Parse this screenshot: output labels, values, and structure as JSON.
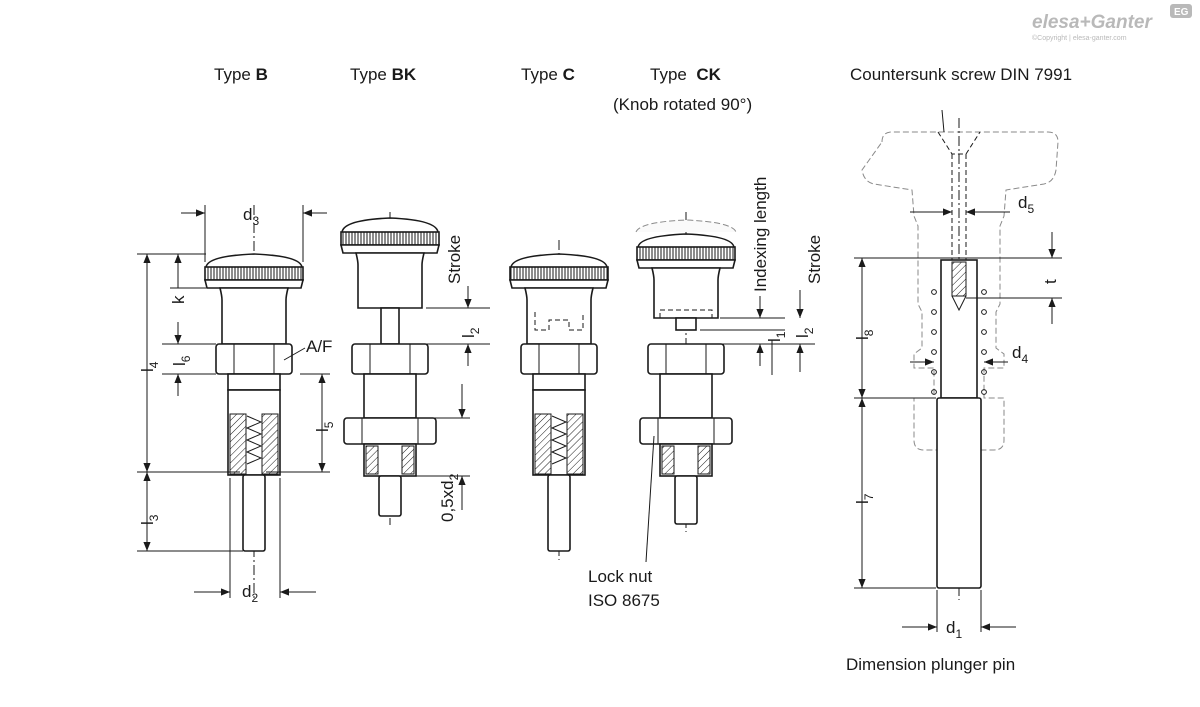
{
  "brand": {
    "logo": "elesa+Ganter",
    "copyright": "©Copyright | elesa-ganter.com",
    "badge": "EG"
  },
  "headings": {
    "type_b_prefix": "Type ",
    "type_b_code": "B",
    "type_bk_prefix": "Type ",
    "type_bk_code": "BK",
    "type_c_prefix": "Type ",
    "type_c_code": "C",
    "type_ck_prefix": "Type  ",
    "type_ck_code": "CK",
    "type_ck_note": "(Knob rotated 90°)",
    "screw": "Countersunk screw DIN 7991"
  },
  "dims": {
    "d3": "d",
    "d3_sub": "3",
    "d2": "d",
    "d2_sub": "2",
    "k": "k",
    "l4": "l",
    "l4_sub": "4",
    "l6": "l",
    "l6_sub": "6",
    "l5": "l",
    "l5_sub": "5",
    "l3": "l",
    "l3_sub": "3",
    "af": "A/F",
    "stroke_bk": "Stroke",
    "l2_bk": "l",
    "l2_bk_sub": "2",
    "half_d2_a": "0,5xd",
    "half_d2_sub": "2",
    "indexing_length": "Indexing length",
    "stroke_ck": "Stroke",
    "l1": "l",
    "l1_sub": "1",
    "l2_ck": "l",
    "l2_ck_sub": "2",
    "lock_nut_1": "Lock nut",
    "lock_nut_2": "ISO 8675",
    "d5": "d",
    "d5_sub": "5",
    "t": "t",
    "l8": "l",
    "l8_sub": "8",
    "d4": "d",
    "d4_sub": "4",
    "l7": "l",
    "l7_sub": "7",
    "d1": "d",
    "d1_sub": "1",
    "plunger_caption": "Dimension plunger pin"
  }
}
